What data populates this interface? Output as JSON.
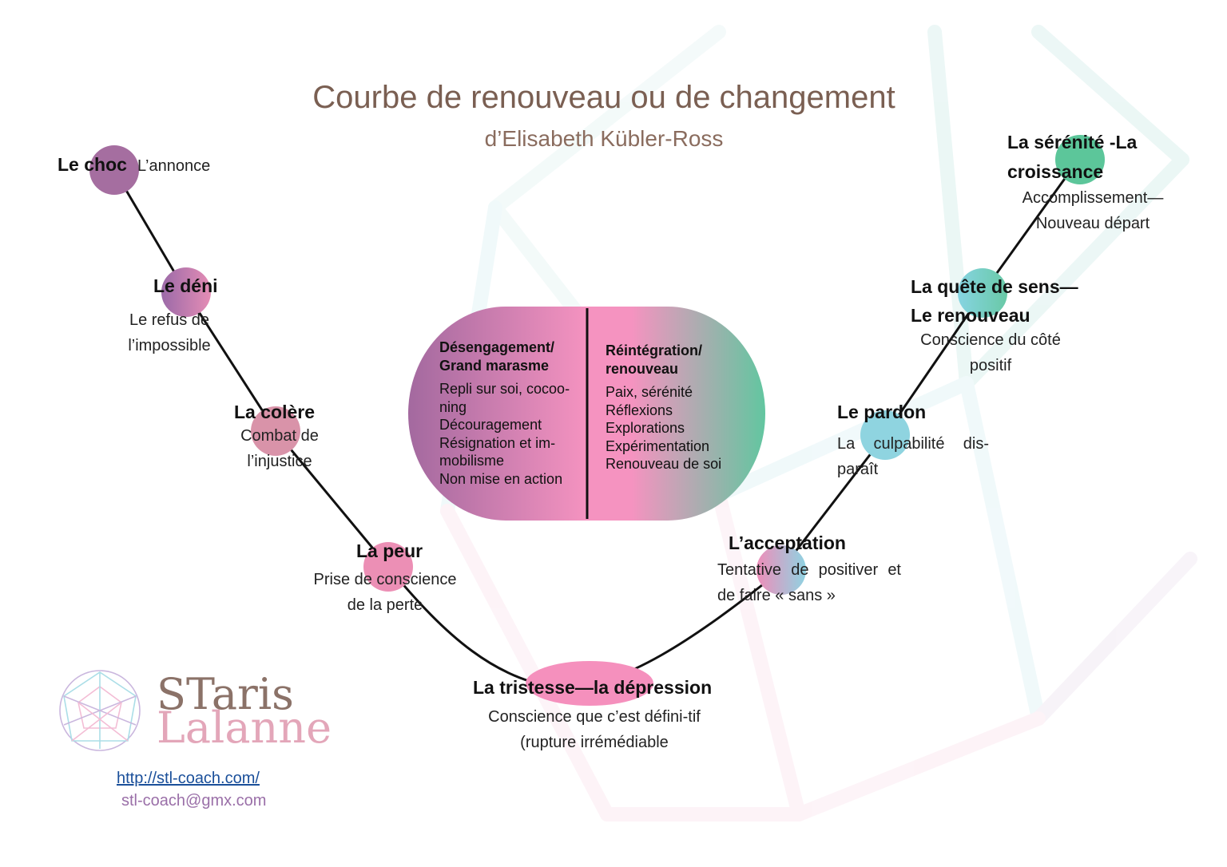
{
  "header": {
    "title": "Courbe de renouveau ou de changement",
    "subtitle": "d’Elisabeth Kübler-Ross"
  },
  "stages": [
    {
      "title": "Le choc",
      "desc": "L’annonce",
      "color": "#a56ea0"
    },
    {
      "title": "Le déni",
      "desc": "Le refus de l’impossible",
      "color": "#b878a8"
    },
    {
      "title": "La colère",
      "desc": "Combat de l’injustice",
      "color": "#d991a8"
    },
    {
      "title": "La peur",
      "desc": "Prise de conscience de la perte",
      "color": "#ec8fb5"
    },
    {
      "title": "La tristesse—la dépression",
      "desc": "Conscience que c’est défini-tif (rupture irrémédiable",
      "color": "#f590bd"
    },
    {
      "title": "L’acceptation",
      "desc": "Tentative de positiver et de faire « sans »",
      "color": "#c8a5c5"
    },
    {
      "title": "Le pardon",
      "desc": "La culpabilité dis-paraît",
      "color": "#8fd4e0"
    },
    {
      "title": "La quête de sens—Le renouveau",
      "desc": "Conscience du côté positif",
      "color": "#7fd5d0"
    },
    {
      "title": "La sérénité -La croissance",
      "desc": "Accomplissement—Nouveau départ",
      "color": "#5cc69a"
    }
  ],
  "center_box": {
    "left": {
      "heading": "Désengagement/ Grand marasme",
      "items": [
        "Repli sur soi, cocoo-ning",
        "Découragement",
        "Résignation et im-mobilisme",
        "Non mise en action"
      ]
    },
    "right": {
      "heading": "Réintégration/ renouveau",
      "items": [
        "Paix, sérénité",
        "Réflexions",
        "Explorations",
        "Expérimentation",
        "Renouveau de soi"
      ]
    },
    "colors": {
      "purple": "#a3699f",
      "pink": "#f593c0",
      "green": "#62c6a0"
    }
  },
  "footer": {
    "logo_text": {
      "line1": "STaris",
      "line2": "Lalanne"
    },
    "website": "http://stl-coach.com/",
    "email": "stl-coach@gmx.com"
  }
}
